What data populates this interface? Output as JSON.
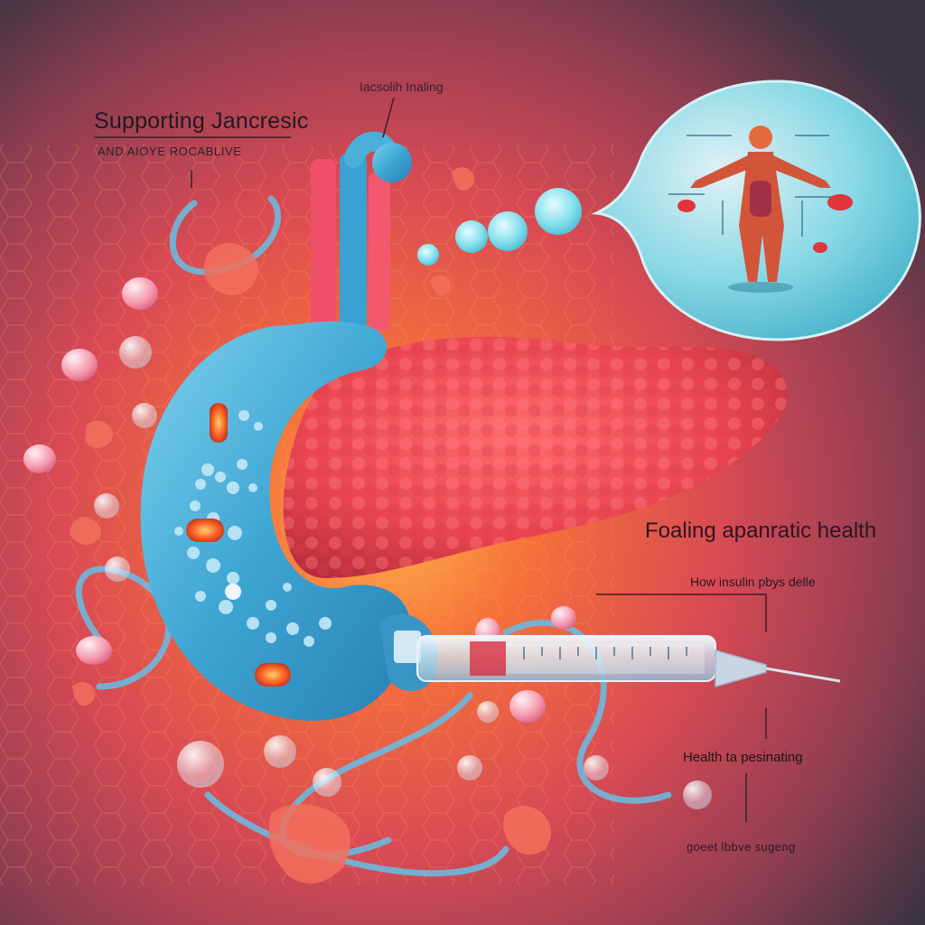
{
  "labels": {
    "supporting": "Supporting Jancresic",
    "and_above": "AND AIOYE ROCABLIVE",
    "insulin_healing": "Iacsolih Inaling",
    "fostering": "Foaling apanratic  health",
    "how_insulin": "How insulin pbys delle",
    "health_ta": "Health ta pesinating",
    "goeet": "goeet lbbve sugeng"
  },
  "colors": {
    "background_edge": "#2a2833",
    "background_glow": "#f2642e",
    "pancreas_body": "#ef4a55",
    "duodenum": "#4db0d6",
    "bubble": "#8fe6f2",
    "hexagon": "#ff9a5e"
  },
  "icons": {
    "organ": "pancreas-icon",
    "syringe": "syringe-icon",
    "figure": "human-anatomy-icon"
  }
}
